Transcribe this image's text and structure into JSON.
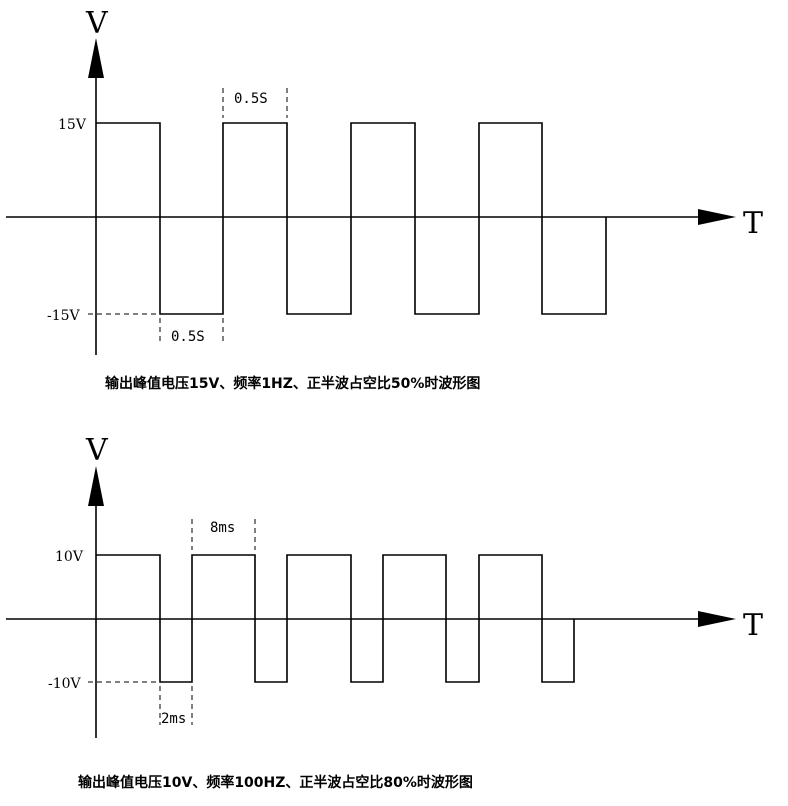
{
  "diagram1": {
    "y_axis_label": "V",
    "x_axis_label": "T",
    "high_label": "15V",
    "low_label": "-15V",
    "high_width_label": "0.5S",
    "low_width_label": "0.5S",
    "caption": "输出峰值电压15V、频率1HZ、正半波占空比50%时波形图",
    "peak_voltage": 15,
    "frequency_hz": 1,
    "duty_cycle": 0.5
  },
  "diagram2": {
    "y_axis_label": "V",
    "x_axis_label": "T",
    "high_label": "10V",
    "low_label": "-10V",
    "high_width_label": "8ms",
    "low_width_label": "2ms",
    "caption": "输出峰值电压10V、频率100HZ、正半波占空比80%时波形图",
    "peak_voltage": 10,
    "frequency_hz": 100,
    "duty_cycle": 0.8
  }
}
